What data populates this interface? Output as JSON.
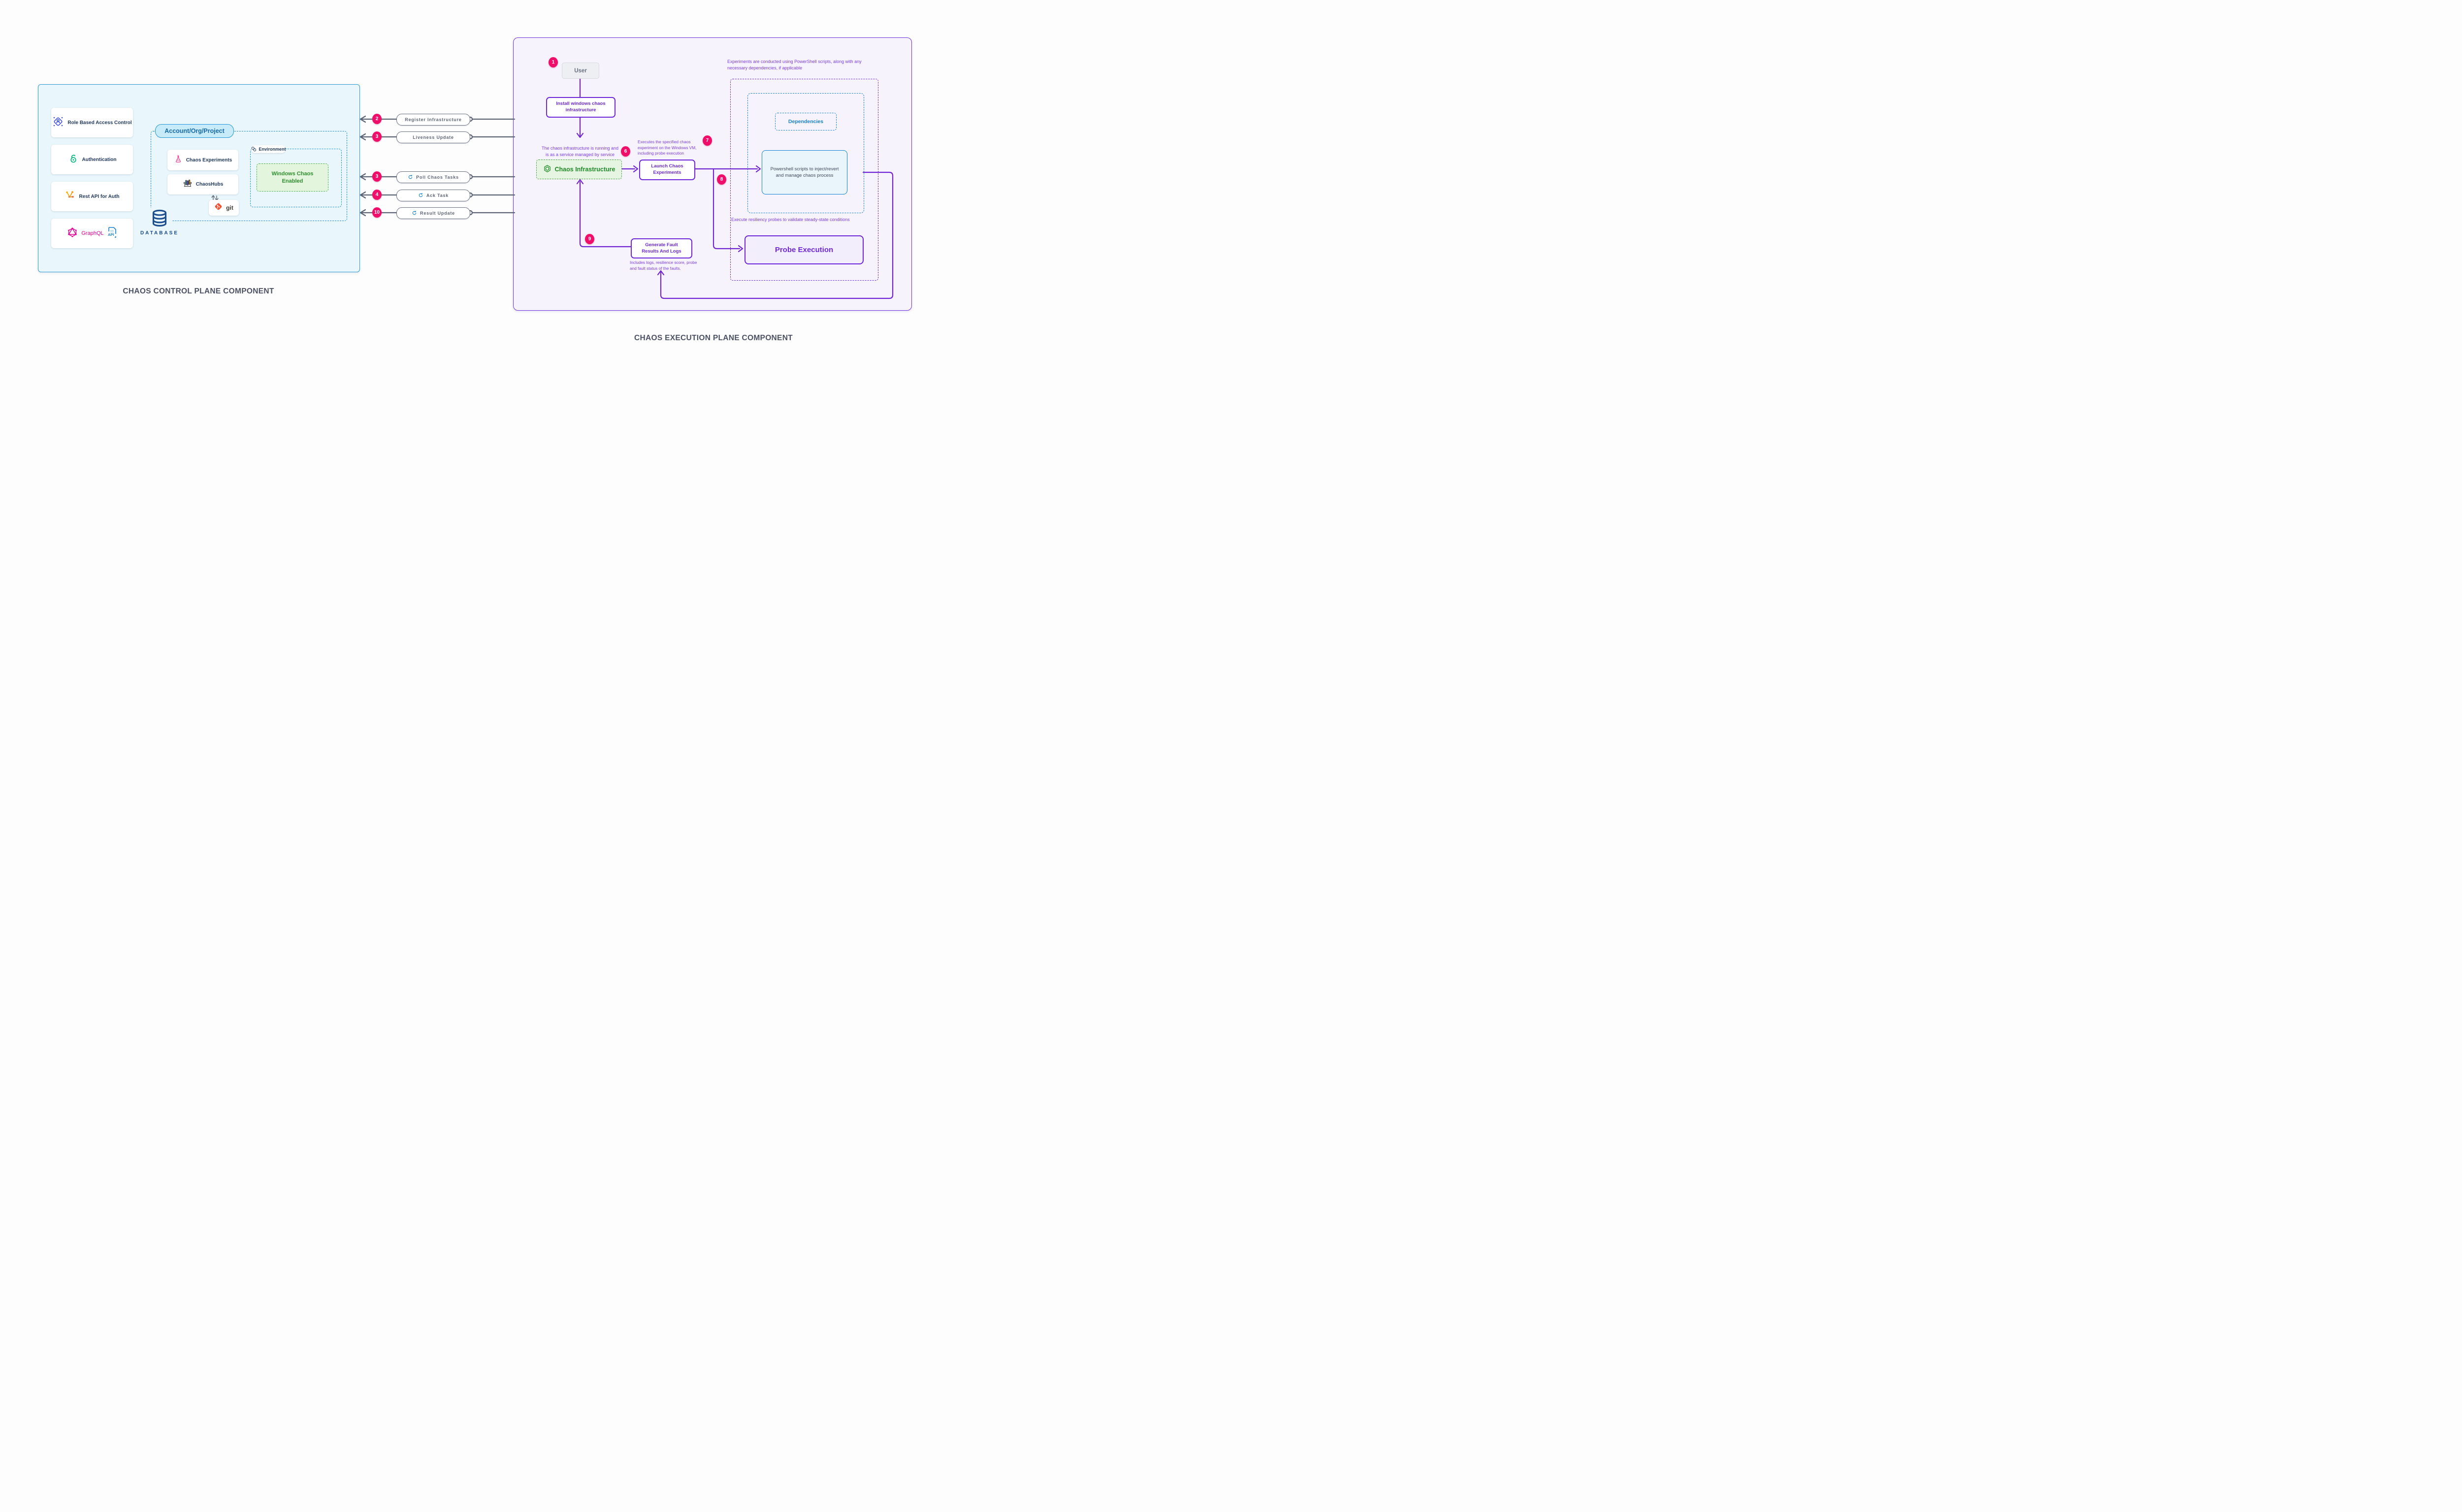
{
  "control_plane": {
    "caption": "CHAOS CONTROL PLANE COMPONENT",
    "cards": [
      {
        "label": "Role Based Access Control",
        "icon": "rbac-icon"
      },
      {
        "label": "Authentication",
        "icon": "open-lock-icon"
      },
      {
        "label": "Rest API for Auth",
        "icon": "api-network-icon"
      },
      {
        "label": "GraphQL",
        "icon": "graphql-icon",
        "api_doc_label": "API"
      }
    ],
    "account_group": {
      "label": "Account/Org/Project",
      "experiments_label": "Chaos Experiments",
      "hubs_label": "ChaosHubs",
      "git_label": "git"
    },
    "environment": {
      "label": "Environment",
      "status": "Windows Chaos Enabled"
    },
    "database_label": "DATABASE"
  },
  "connectors": [
    {
      "num": "2",
      "label": "Register Infrastructure",
      "has_sync_icon": false
    },
    {
      "num": "3",
      "label": "Liveness Update",
      "has_sync_icon": false
    },
    {
      "num": "3",
      "label": "Poll Chaos Tasks",
      "has_sync_icon": true
    },
    {
      "num": "4",
      "label": "Ack Task",
      "has_sync_icon": true
    },
    {
      "num": "10",
      "label": "Result Update",
      "has_sync_icon": true
    }
  ],
  "execution_plane": {
    "caption": "CHAOS EXECUTION PLANE COMPONENT",
    "user_label": "User",
    "install_label": "Install windows chaos infrastructure",
    "infra_note": "The chaos infrastructure is running and is as a service managed by service manager",
    "chaos_infra_label": "Chaos Infrastructure",
    "launch_label": "Launch Chaos Experiments",
    "launch_note": "Executes the specified chaos experiment on the Windows VM, including probe execution",
    "powershell_note": "Experiments are conducted using PowerShell scripts, along with any necessary dependencies, if applicable",
    "dependencies_label": "Dependencies",
    "powershell_label": "Powershell scripts to inject/revert and manage chaos process",
    "probe_note": "Execute resiliency probes to validate steady-state conditions",
    "probe_label": "Probe Execution",
    "generate_label": "Generate Fault Results And Logs",
    "generate_note": "Includes logs, resilience score, probe and fault status of the faults."
  },
  "badges": {
    "b1": "1",
    "b6": "6",
    "b7": "7",
    "b8": "8",
    "b9": "9"
  },
  "colors": {
    "badge_pink": "#ef0f6a",
    "purple_line": "#7126d3",
    "purple_text": "#7b3ded",
    "gray_line": "#5d6474",
    "blue_accent": "#1781d2",
    "green_accent": "#44a347",
    "navy_text": "#22395f",
    "panel_left_fill": "#e9f6fc",
    "panel_right_fill": "#f7f3fc",
    "graphql_pink": "#e10098",
    "git_orange": "#f05133"
  }
}
